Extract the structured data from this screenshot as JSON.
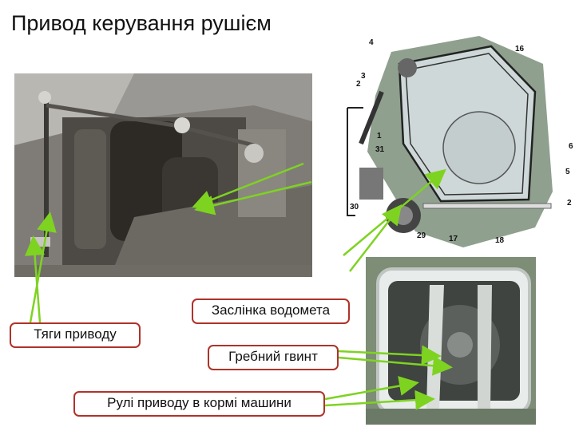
{
  "title": "Привод керування рушієм",
  "labels": {
    "valve": "Заслінка водомета",
    "rods": "Тяги приводу",
    "propeller": "Гребний гвинт",
    "rudders": "Рулі приводу в кормі машини"
  },
  "diagram_numbers": [
    "4",
    "16",
    "3",
    "2",
    "1",
    "31",
    "6",
    "5",
    "2",
    "30",
    "29",
    "17",
    "18"
  ],
  "colors": {
    "callout_border": "#b03228",
    "pointer": "#7ed321"
  }
}
